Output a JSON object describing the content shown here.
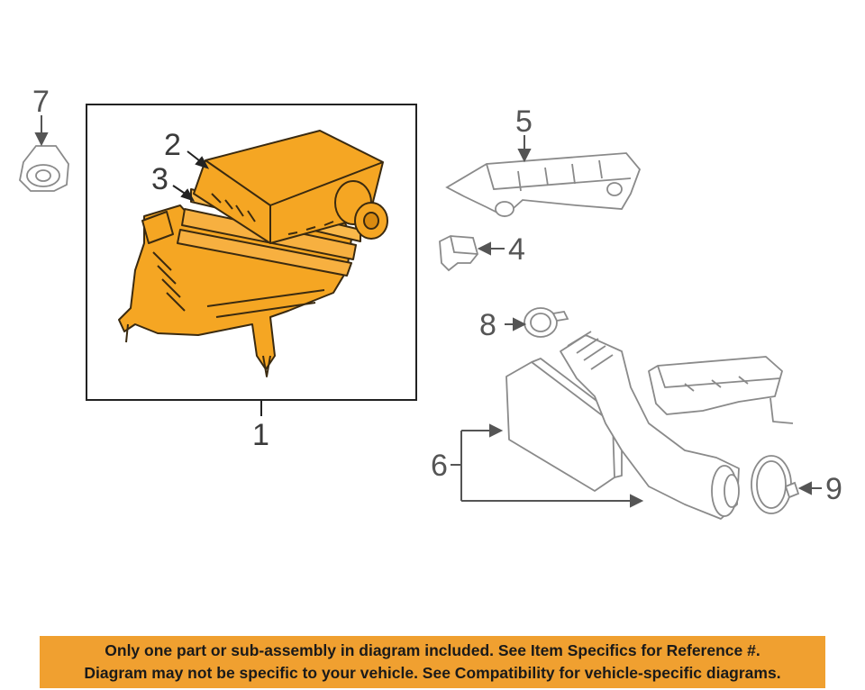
{
  "callouts": {
    "c1": "1",
    "c2": "2",
    "c3": "3",
    "c4": "4",
    "c5": "5",
    "c6": "6",
    "c7": "7",
    "c8": "8",
    "c9": "9"
  },
  "colors": {
    "highlight": "#f5a623",
    "highlight_stroke": "#3a2a10",
    "line_art": "#8a8a8a",
    "banner_bg": "#f0a030"
  },
  "banner": {
    "line1": "Only one part or sub-assembly in diagram included. See Item Specifics for Reference #.",
    "line2": "Diagram may not be specific to your vehicle. See Compatibility for vehicle-specific diagrams."
  }
}
